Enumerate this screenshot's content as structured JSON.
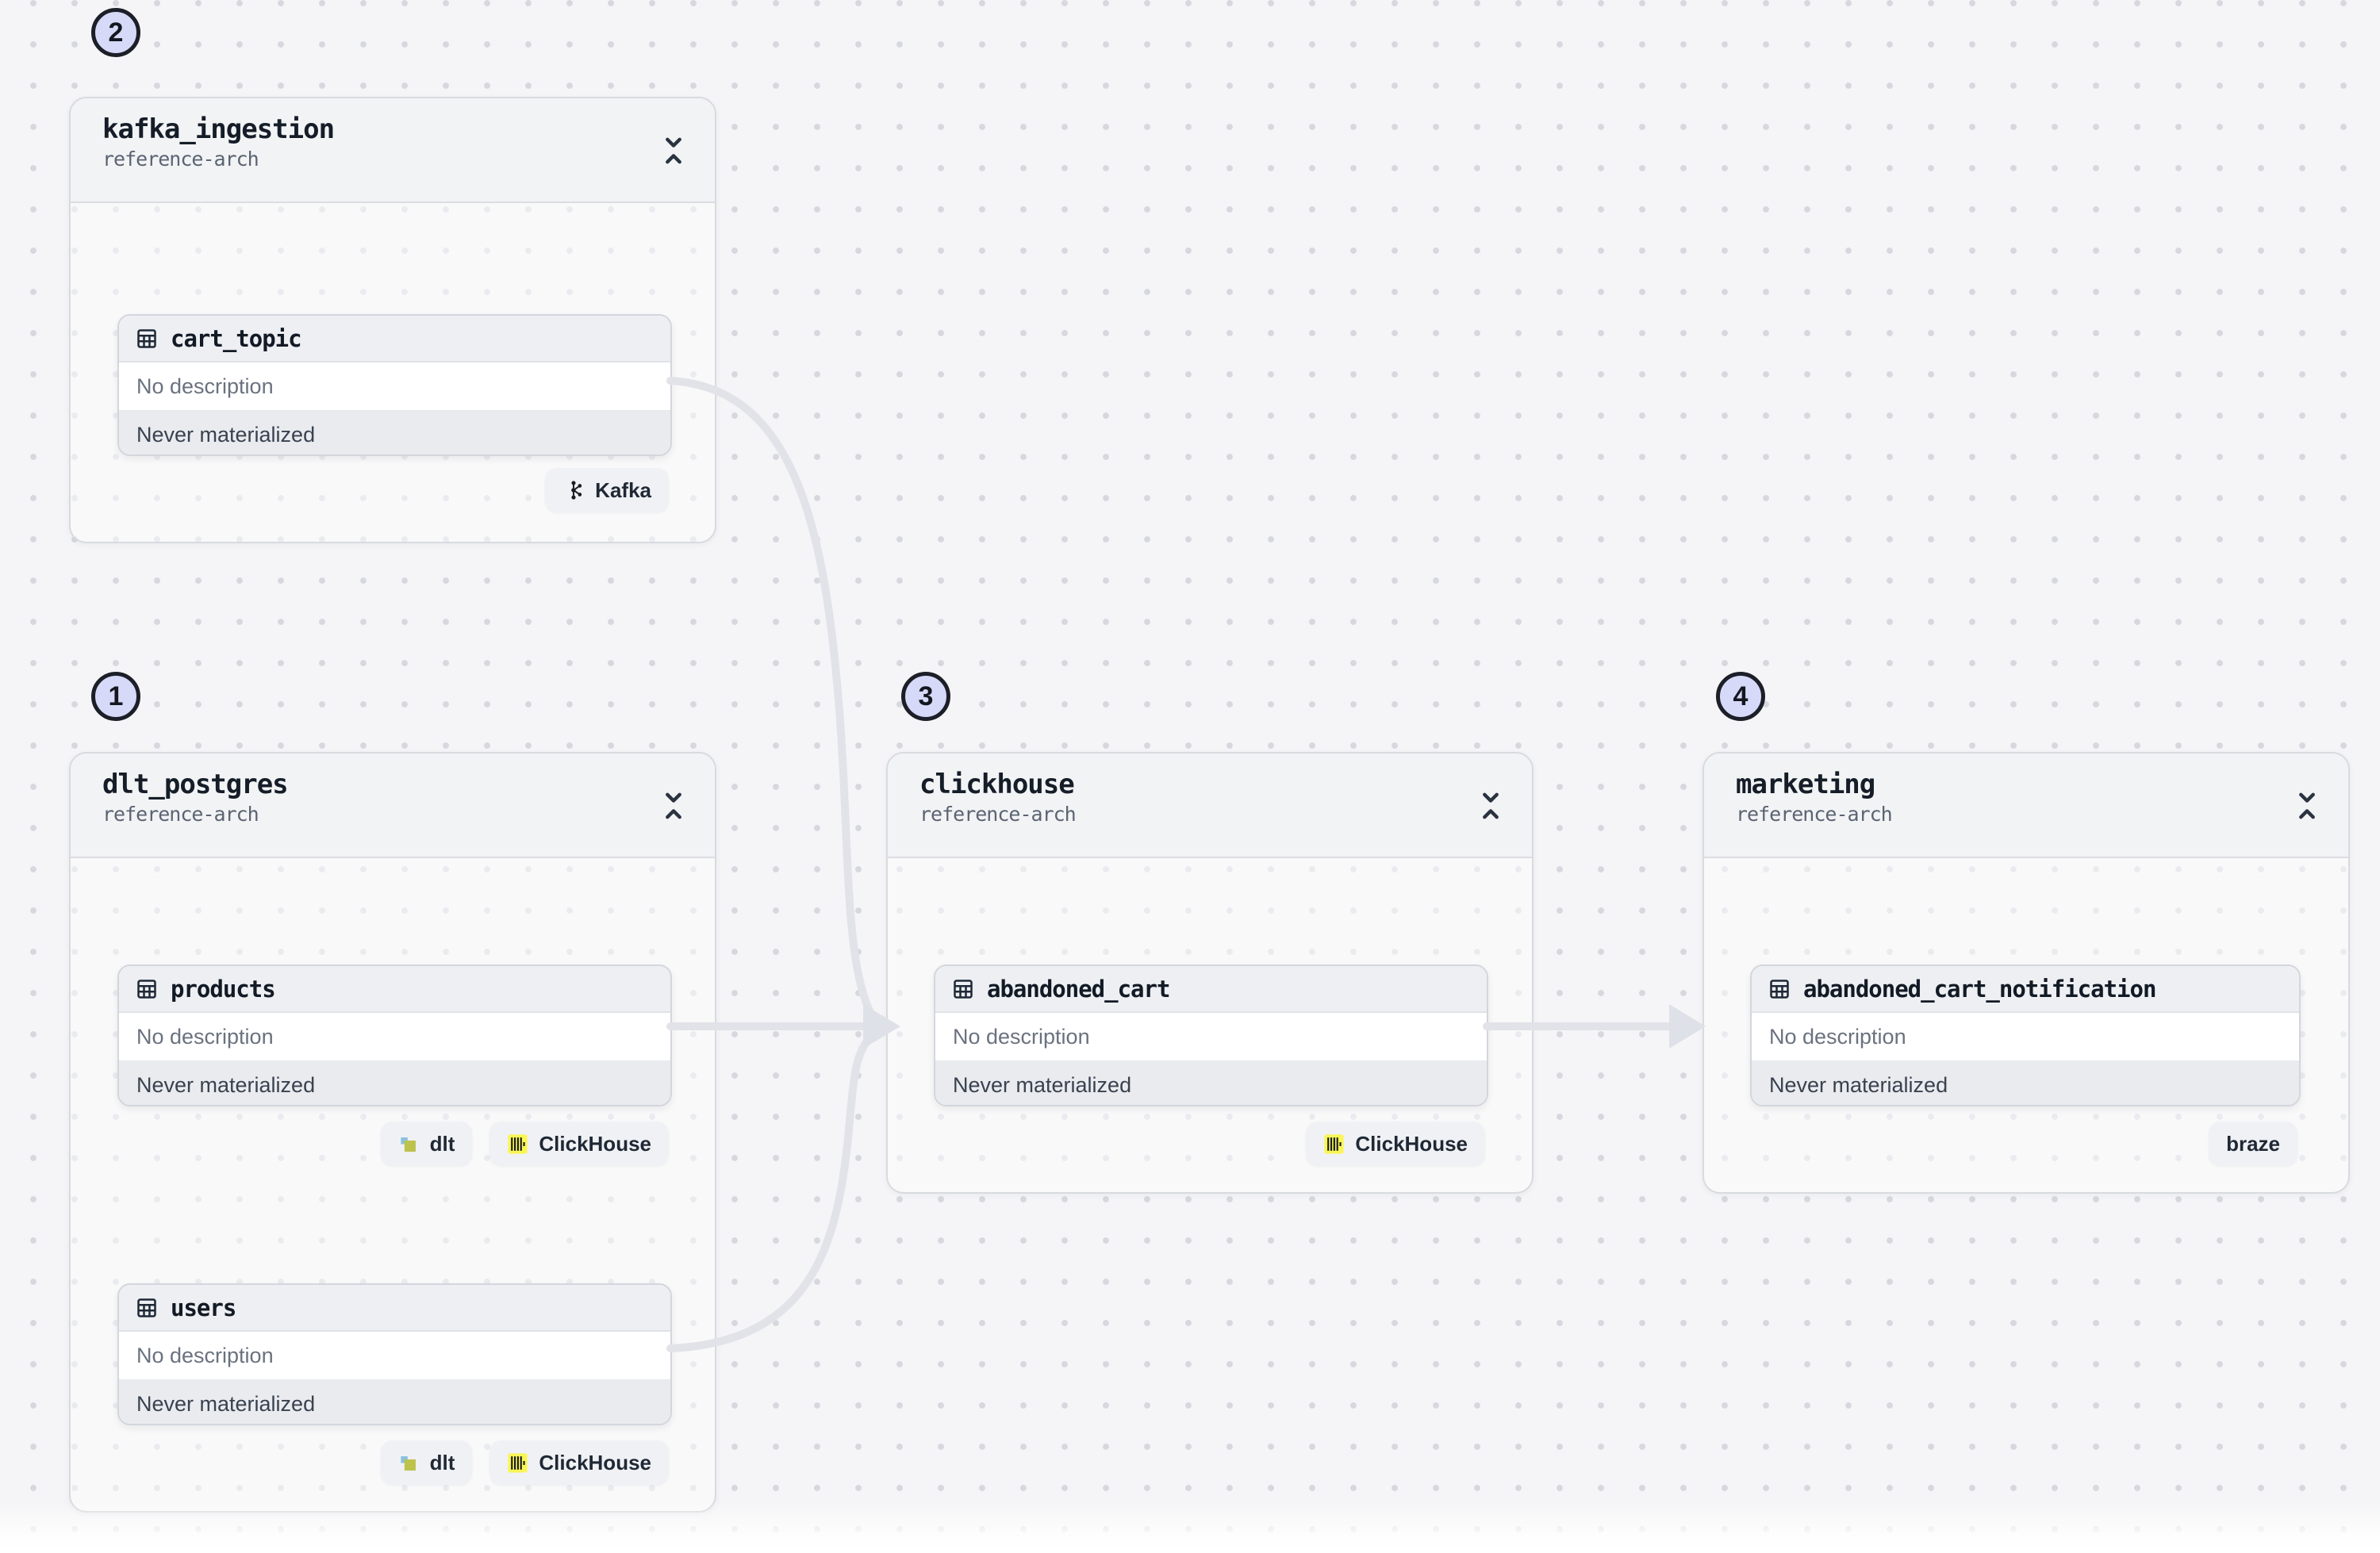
{
  "theme": {
    "canvas_bg": "#f5f5f7",
    "edge_color": "#e1e3e9",
    "number_badge_bg": "#d6d9f7",
    "number_badge_border": "#1c1f27",
    "clickhouse_yellow": "#f9f655",
    "dlt_blue": "#8ac1de",
    "dlt_olive": "#bcc24b"
  },
  "groups": [
    {
      "number": "2",
      "title": "kafka_ingestion",
      "subtitle": "reference-arch",
      "assets": [
        {
          "name": "cart_topic",
          "description": "No description",
          "status": "Never materialized",
          "badges": [
            {
              "label": "Kafka",
              "icon": "kafka-icon"
            }
          ]
        }
      ]
    },
    {
      "number": "1",
      "title": "dlt_postgres",
      "subtitle": "reference-arch",
      "assets": [
        {
          "name": "products",
          "description": "No description",
          "status": "Never materialized",
          "badges": [
            {
              "label": "dlt",
              "icon": "dlt-icon"
            },
            {
              "label": "ClickHouse",
              "icon": "clickhouse-icon"
            }
          ]
        },
        {
          "name": "users",
          "description": "No description",
          "status": "Never materialized",
          "badges": [
            {
              "label": "dlt",
              "icon": "dlt-icon"
            },
            {
              "label": "ClickHouse",
              "icon": "clickhouse-icon"
            }
          ]
        }
      ]
    },
    {
      "number": "3",
      "title": "clickhouse",
      "subtitle": "reference-arch",
      "assets": [
        {
          "name": "abandoned_cart",
          "description": "No description",
          "status": "Never materialized",
          "badges": [
            {
              "label": "ClickHouse",
              "icon": "clickhouse-icon"
            }
          ]
        }
      ]
    },
    {
      "number": "4",
      "title": "marketing",
      "subtitle": "reference-arch",
      "assets": [
        {
          "name": "abandoned_cart_notification",
          "description": "No description",
          "status": "Never materialized",
          "badges": [
            {
              "label": "braze",
              "icon": null
            }
          ]
        }
      ]
    }
  ]
}
